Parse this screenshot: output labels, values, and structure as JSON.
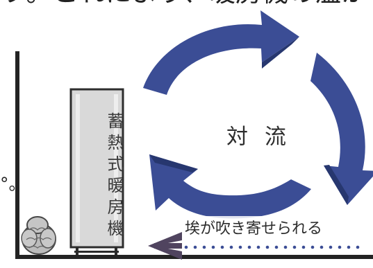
{
  "top_text_fragment": "ウ。これにより、暖房機の温かいとしても",
  "heater_label": "蓄熱式暖房機",
  "convection_label": "対流",
  "dust_caption": "埃が吹き寄せられる",
  "left_mark": "°。",
  "colors": {
    "arrow": "#3b4d95",
    "arrow_shadow": "#27376f",
    "heater_fill": "#d9d9d9",
    "line": "#222222"
  }
}
